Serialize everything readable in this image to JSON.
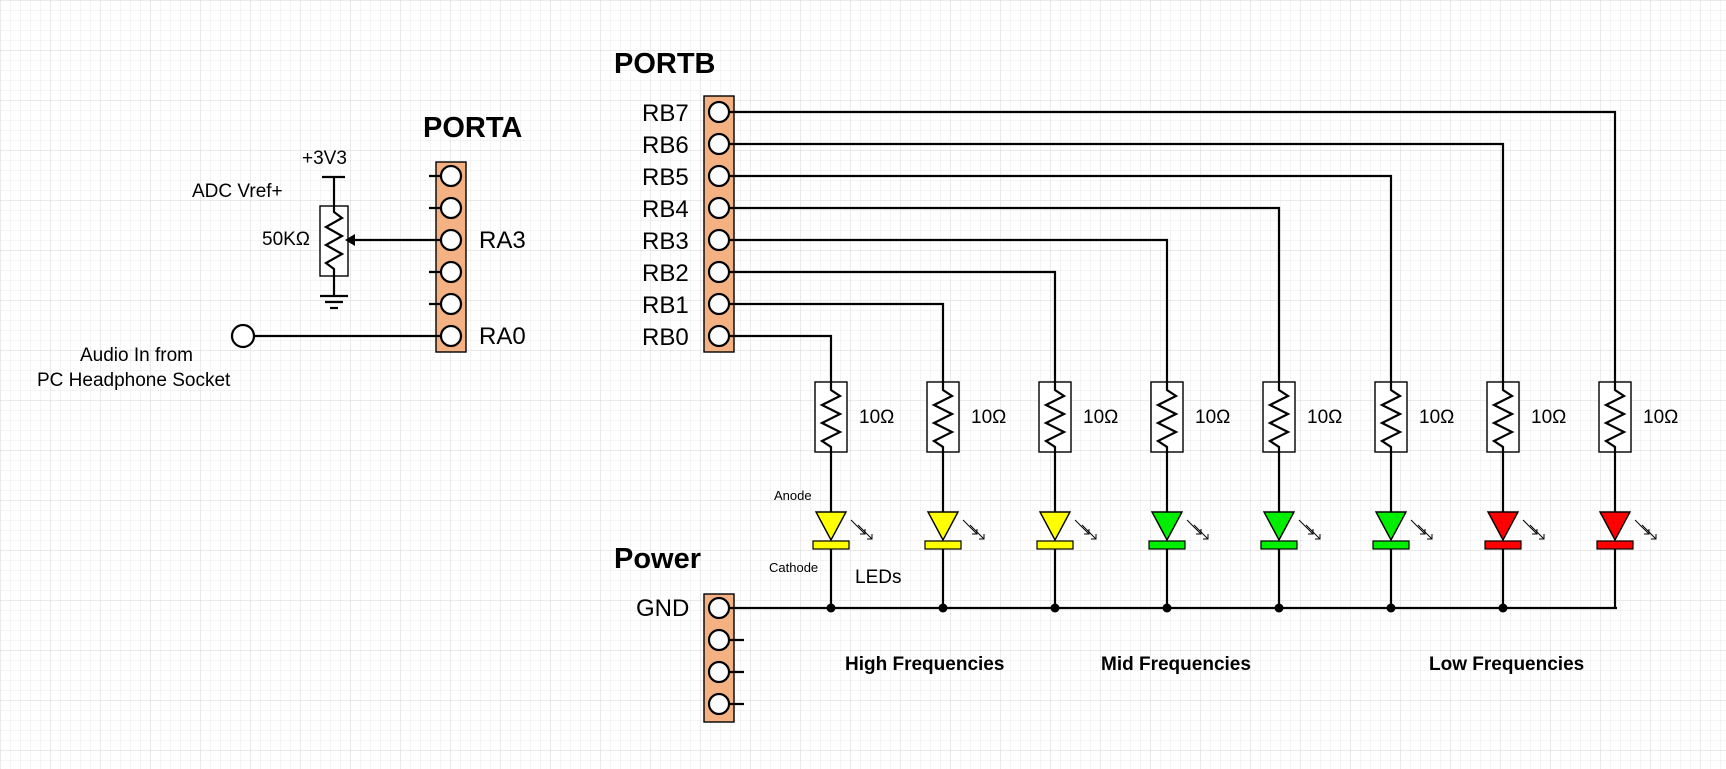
{
  "title_porta": "PORTA",
  "title_portb": "PORTB",
  "title_power": "Power",
  "supply_label": "+3V3",
  "vref_label": "ADC Vref+",
  "pot_value": "50KΩ",
  "porta_pins": [
    "RA3",
    "RA0"
  ],
  "audio_label_line1": "Audio In from",
  "audio_label_line2": "PC Headphone Socket",
  "portb_pins": [
    "RB7",
    "RB6",
    "RB5",
    "RB4",
    "RB3",
    "RB2",
    "RB1",
    "RB0"
  ],
  "resistor_value": "10Ω",
  "led_colors": [
    "#ffff00",
    "#ffff00",
    "#ffff00",
    "#00ee00",
    "#00ee00",
    "#00ee00",
    "#ff0000",
    "#ff0000"
  ],
  "anode_label": "Anode",
  "cathode_label": "Cathode",
  "leds_label": "LEDs",
  "gnd_label": "GND",
  "band_high": "High Frequencies",
  "band_mid": "Mid Frequencies",
  "band_low": "Low Frequencies"
}
